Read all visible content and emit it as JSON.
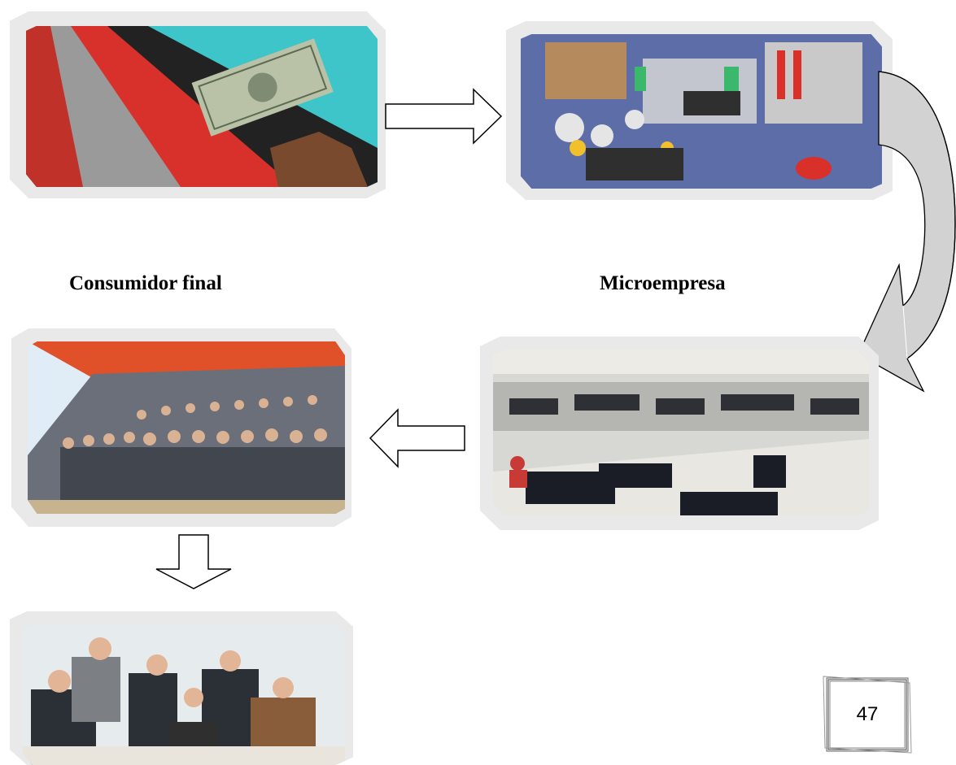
{
  "labels": {
    "consumer": "Consumidor final",
    "microenterprise": "Microempresa"
  },
  "page_number": "47",
  "images": [
    {
      "name": "fabric-money-photo",
      "subject": "fabric and money"
    },
    {
      "name": "materials-photo",
      "subject": "sewing materials"
    },
    {
      "name": "factory-photo",
      "subject": "garment factory"
    },
    {
      "name": "group-photo",
      "subject": "group in suits"
    },
    {
      "name": "meeting-photo",
      "subject": "business meeting"
    }
  ],
  "colors": {
    "arrow_fill": "#cfcfcf",
    "frame_border": "#c8c8c8"
  }
}
